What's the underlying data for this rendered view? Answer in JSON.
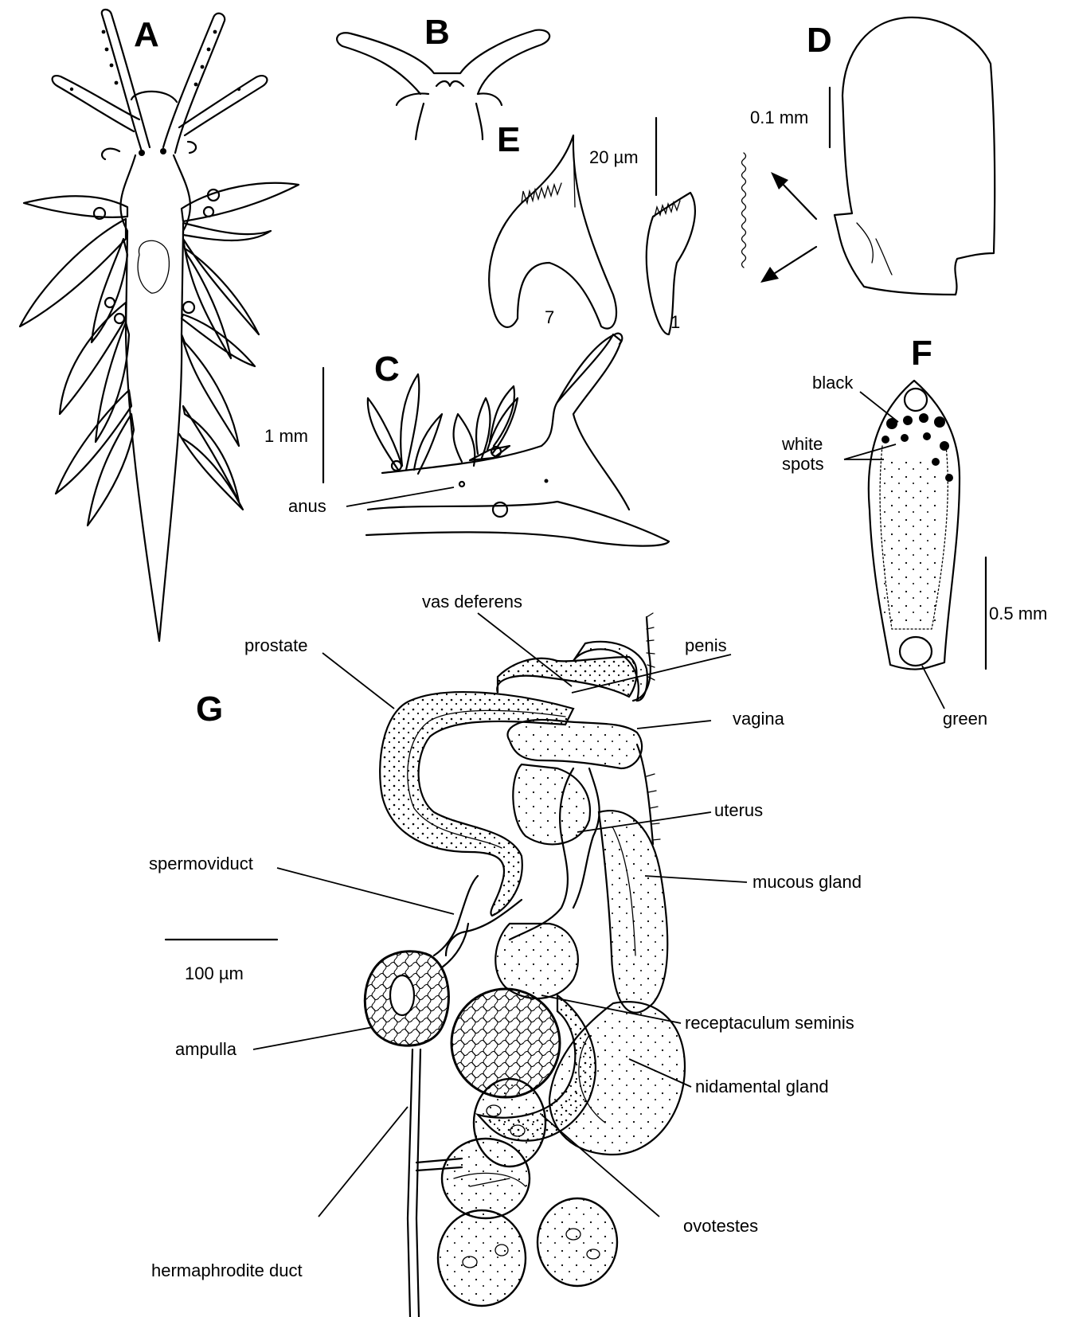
{
  "panels": {
    "A": "A",
    "B": "B",
    "C": "C",
    "D": "D",
    "E": "E",
    "F": "F",
    "G": "G"
  },
  "scale_bars": {
    "c_1mm": "1 mm",
    "d_01mm": "0.1 mm",
    "e_20um": "20 µm",
    "f_05mm": "0.5 mm",
    "g_100um": "100 µm"
  },
  "panel_c": {
    "anus": "anus"
  },
  "panel_e": {
    "tooth_7": "7",
    "tooth_1": "1"
  },
  "panel_f": {
    "black": "black",
    "white_spots_1": "white",
    "white_spots_2": "spots",
    "green": "green"
  },
  "panel_g": {
    "vas_deferens": "vas deferens",
    "prostate": "prostate",
    "penis": "penis",
    "vagina": "vagina",
    "uterus": "uterus",
    "spermoviduct": "spermoviduct",
    "mucous_gland": "mucous gland",
    "receptaculum_seminis": "receptaculum seminis",
    "ampulla": "ampulla",
    "nidamental_gland": "nidamental gland",
    "hermaphrodite_duct": "hermaphrodite duct",
    "ovotestes": "ovotestes"
  }
}
